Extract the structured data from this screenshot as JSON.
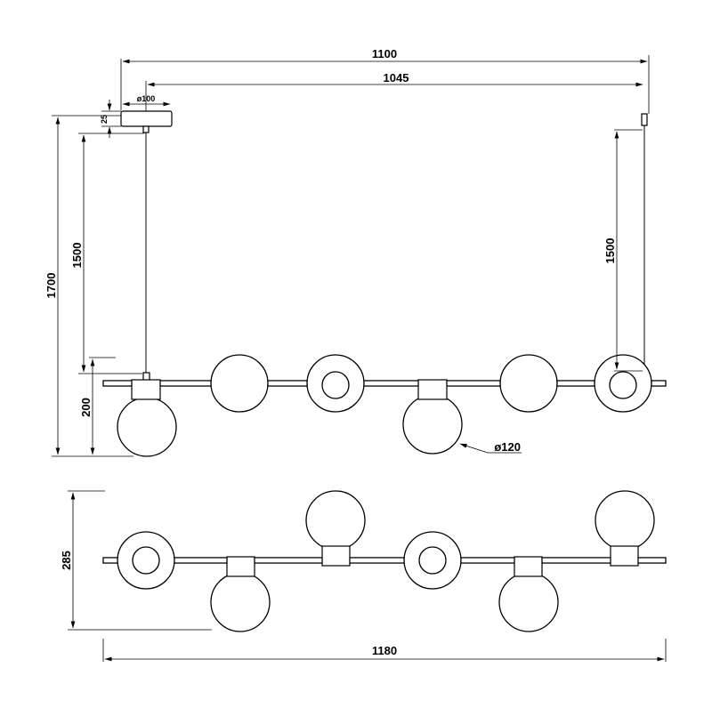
{
  "dimensions": {
    "total_length": "1100",
    "cable_spacing": "1045",
    "canopy_diameter": "ø100",
    "canopy_height": "25",
    "cable_left": "1500",
    "cable_right": "1500",
    "overall_height": "1700",
    "fixture_height": "200",
    "globe_diameter": "ø120",
    "depth": "285",
    "bar_length": "1180"
  }
}
